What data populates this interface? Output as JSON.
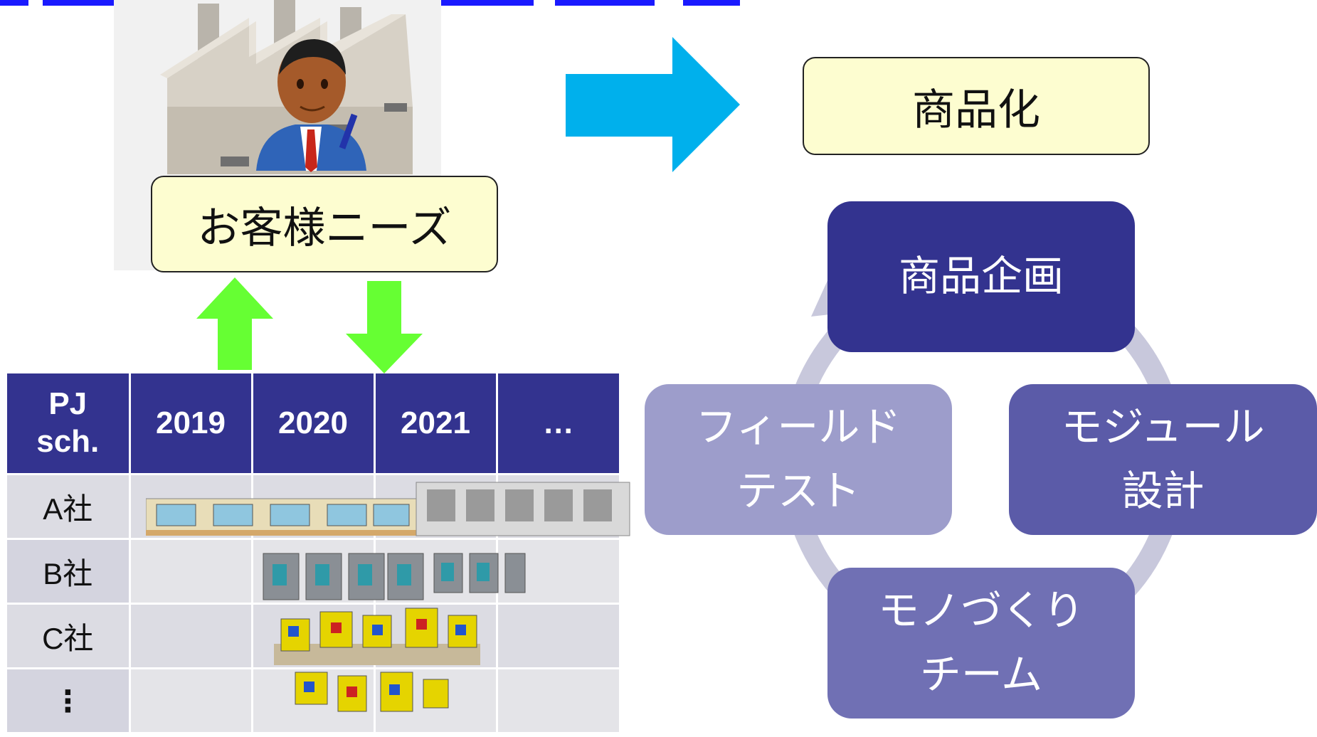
{
  "customer_needs": {
    "label": "お客様ニーズ"
  },
  "commercialization": {
    "label": "商品化"
  },
  "schedule_table": {
    "headers": [
      "PJ\nsch.",
      "2019",
      "2020",
      "2021",
      "…"
    ],
    "rows": [
      {
        "label": "A社"
      },
      {
        "label": "B社"
      },
      {
        "label": "C社"
      },
      {
        "label": "⋮"
      }
    ]
  },
  "cycle": {
    "steps": [
      {
        "label": "商品企画"
      },
      {
        "label": "モジュール\n設計"
      },
      {
        "label": "モノづくり\nチーム"
      },
      {
        "label": "フィールド\nテスト"
      }
    ]
  },
  "colors": {
    "dark_purple": "#33338f",
    "mid_purple": "#5b5ba8",
    "light_purple": "#9d9dcb",
    "cyan_arrow": "#00b0ec",
    "green_arrow": "#66ff33",
    "yellow_box": "#fdfdd0"
  }
}
